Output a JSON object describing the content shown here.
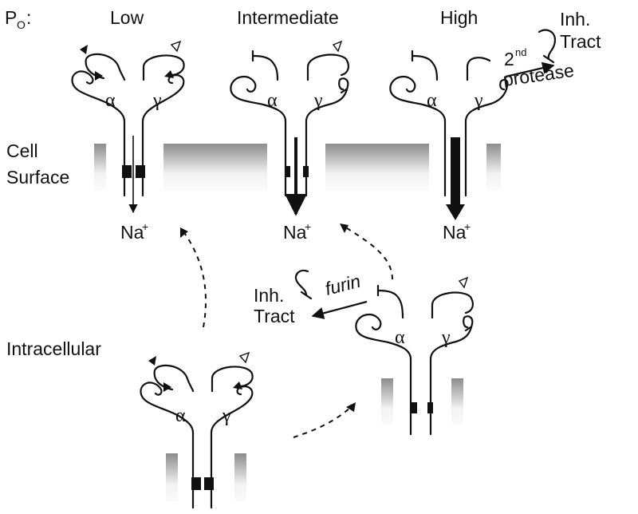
{
  "labels": {
    "po": "P",
    "po_sub": "O",
    "po_colon": ":",
    "low": "Low",
    "intermediate": "Intermediate",
    "high": "High",
    "cell": "Cell",
    "surface": "Surface",
    "intracellular": "Intracellular",
    "alpha": "α",
    "gamma": "γ",
    "na": "Na",
    "plus": "+",
    "inh": "Inh.",
    "tract": "Tract",
    "second": "2",
    "nd": "nd",
    "protease": "protease",
    "furin": "furin"
  },
  "colors": {
    "ink": "#111111",
    "membrane_dark": "#8c8c8c",
    "membrane_light": "#fafafa"
  },
  "icons": {
    "filled_triangle": "cleavage-site-intact-icon",
    "open_triangle": "cleavage-site-cleaved-icon"
  }
}
